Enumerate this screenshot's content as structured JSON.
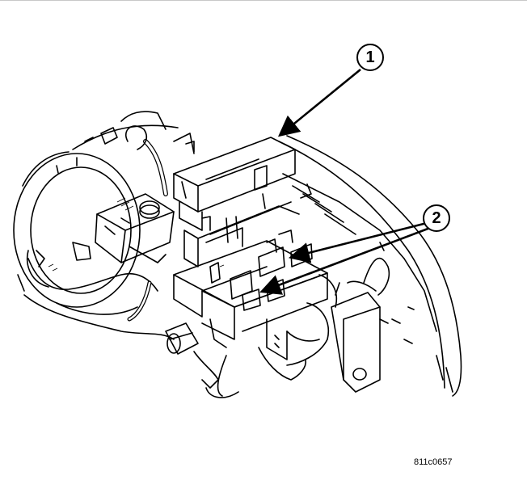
{
  "callouts": [
    {
      "label": "1"
    },
    {
      "label": "2"
    }
  ],
  "figure_id": "811c0657",
  "colors": {
    "ink": "#000000",
    "background": "#ffffff"
  }
}
